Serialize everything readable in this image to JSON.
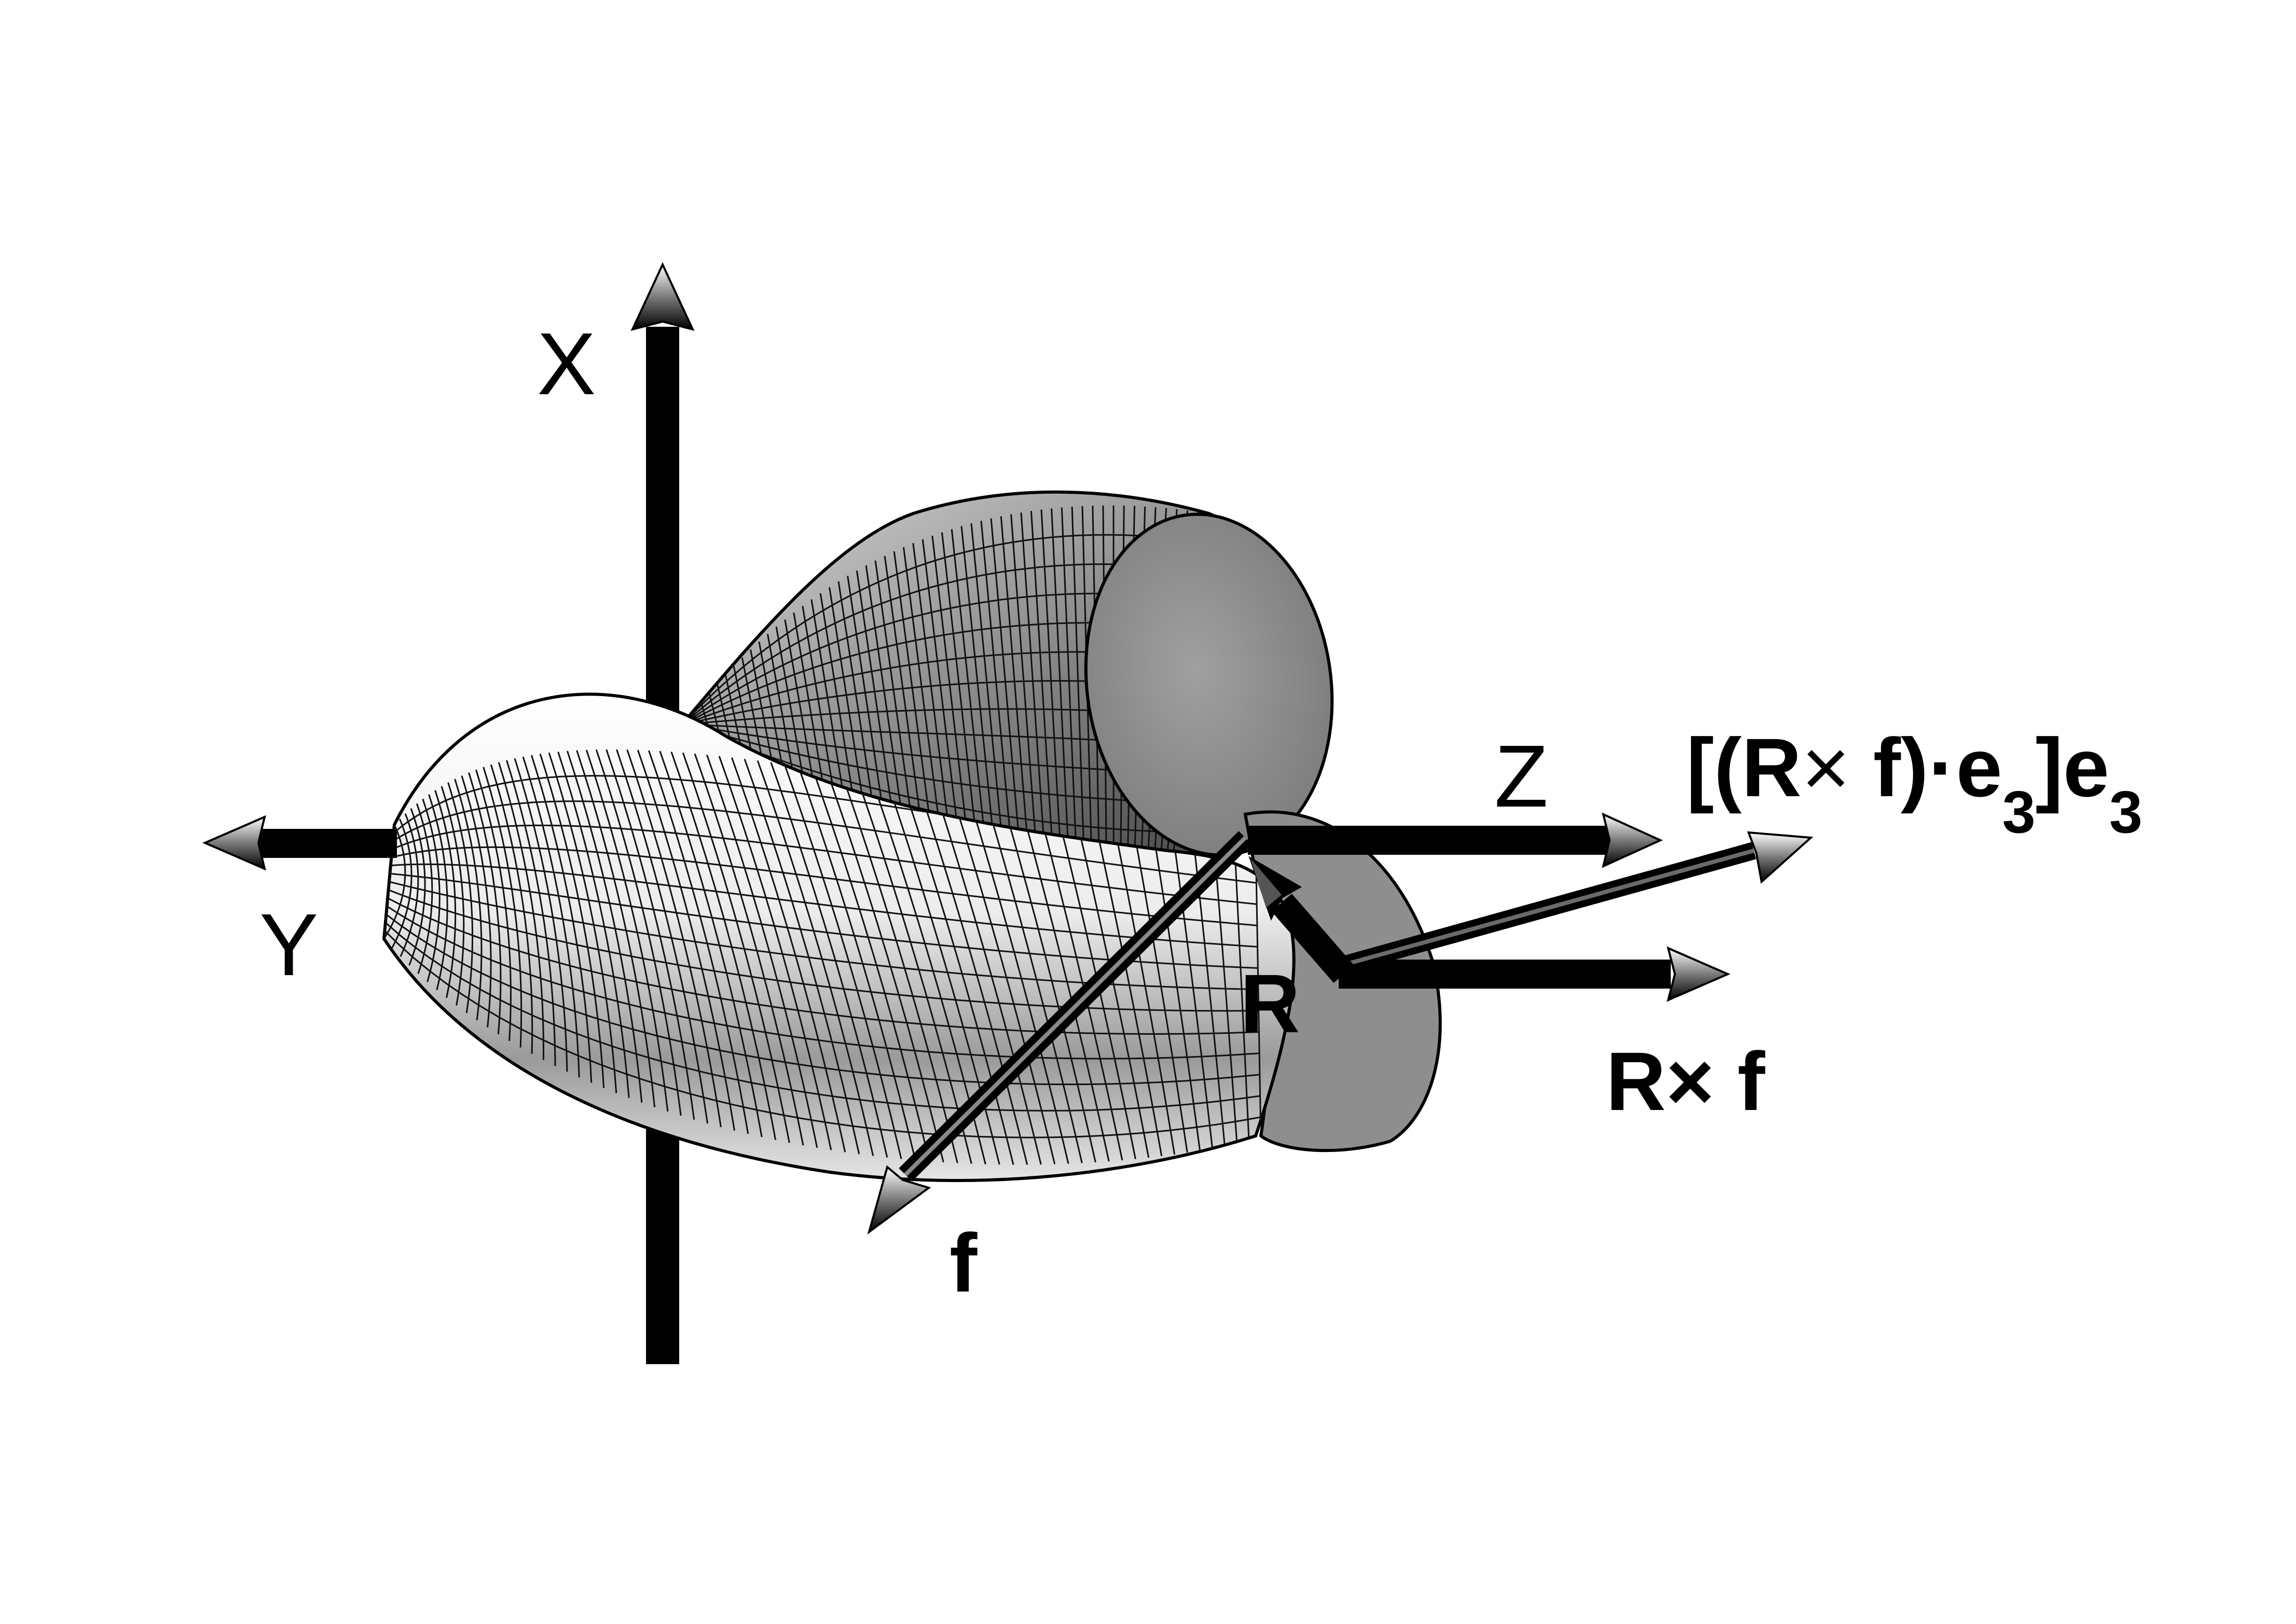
{
  "labels": {
    "x_axis": "X",
    "y_axis": "Y",
    "z_axis": "Z",
    "position_vector": "R",
    "force_vector": "f",
    "torque_vector": "R× f",
    "projection": {
      "open": "[(R",
      "times": "×",
      "f_dot_e": " f)·e",
      "sub1": "3",
      "close_e": "]e",
      "sub2": "3"
    }
  },
  "colors": {
    "axis": "#000000",
    "tube_light": "#f4f4f4",
    "tube_shadow": "#8a8a8a",
    "end_cap": "#8c8c8c",
    "mesh": "#111111"
  }
}
